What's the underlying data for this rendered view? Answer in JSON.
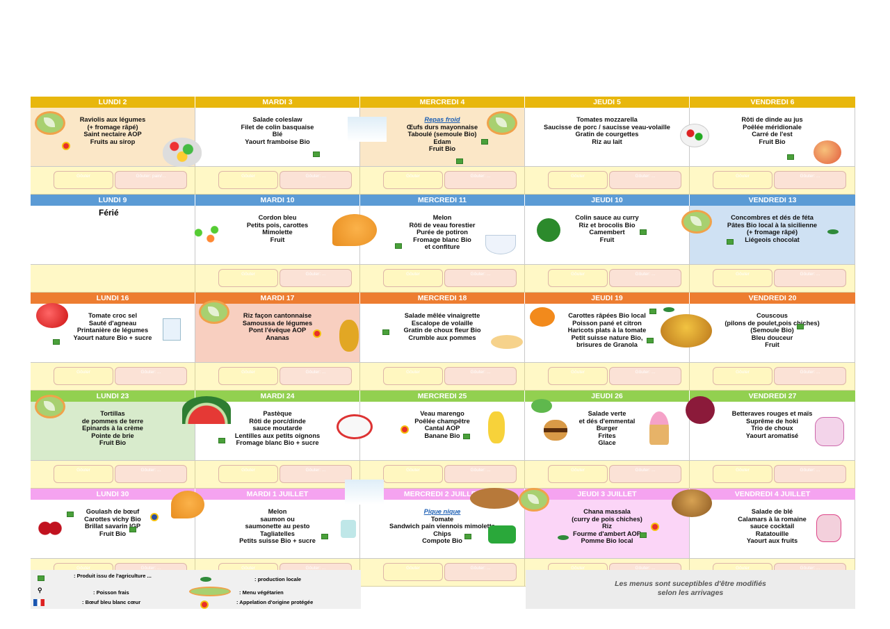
{
  "colors": {
    "week1": "#e8b70d",
    "week2": "#5b9bd5",
    "week3": "#ed7d31",
    "week4": "#92d050",
    "week5": "#f5a3f0",
    "highlight_orange": "#fbe7c7",
    "highlight_blue": "#cfe1f3",
    "highlight_peach": "#f8cfc0",
    "highlight_green": "#d8ebcc",
    "highlight_pink": "#fbd5f7"
  },
  "weeks": [
    {
      "days": [
        {
          "header": "LUNDI 2",
          "items": [
            "Raviolis aux légumes",
            "(+ fromage râpé)",
            "Saint nectaire AOP",
            "Fruits au sirop"
          ]
        },
        {
          "header": "MARDI 3",
          "items": [
            "Salade coleslaw",
            "Filet de colin basquaise",
            "Blé",
            "Yaourt framboise Bio"
          ]
        },
        {
          "header": "MERCREDI 4",
          "subtitle": "Repas froid",
          "items": [
            "Œufs durs mayonnaise",
            "Taboulé (semoule Bio)",
            "Edam",
            "Fruit Bio"
          ]
        },
        {
          "header": "JEUDI 5",
          "items": [
            "Tomates mozzarella",
            "Saucisse de porc / saucisse veau-volaille",
            "Gratin de courgettes",
            "Riz au lait"
          ]
        },
        {
          "header": "VENDREDI 6",
          "items": [
            "Rôti de dinde au jus",
            "Poêlée méridionale",
            "Carré de l'est",
            "Fruit Bio"
          ]
        }
      ],
      "snacks": [
        [
          "Gôuter",
          "Gôuter: pain/..."
        ],
        [
          "Gôuter",
          "Gôuter: ..."
        ],
        [
          "Gôuter",
          "Gôuter: ..."
        ],
        [
          "Gôuter",
          "Gôuter: ..."
        ],
        [
          "Gôuter",
          "Gôuter: ..."
        ]
      ]
    },
    {
      "days": [
        {
          "header": "LUNDI 9",
          "ferie": "Férié",
          "items": []
        },
        {
          "header": "MARDI 10",
          "items": [
            "Cordon bleu",
            "Petits pois, carottes",
            "Mimolette",
            "Fruit"
          ]
        },
        {
          "header": "MERCREDI 11",
          "items": [
            "Melon",
            "Rôti de veau forestier",
            "Purée de potiron",
            "Fromage blanc Bio",
            "et confiture"
          ]
        },
        {
          "header": "JEUDI 10",
          "items": [
            "Colin sauce au curry",
            "Riz et brocolis Bio",
            "Camembert",
            "Fruit"
          ]
        },
        {
          "header": "VENDREDI 13",
          "items": [
            "Concombres et dés de féta",
            "Pâtes Bio local à la sicilienne",
            "(+ fromage râpé)",
            "Liégeois chocolat"
          ]
        }
      ],
      "snacks": [
        [],
        [
          "Gôuter",
          "Gôuter: ..."
        ],
        [
          "Gôuter",
          "Gôuter: ..."
        ],
        [
          "Gôuter",
          "Gôuter: ..."
        ],
        [
          "Gôuter",
          "Gôuter: ..."
        ]
      ]
    },
    {
      "days": [
        {
          "header": "LUNDI 16",
          "items": [
            "Tomate croc sel",
            "Sauté d'agneau",
            "Printanière de légumes",
            "Yaourt nature Bio + sucre"
          ]
        },
        {
          "header": "MARDI 17",
          "items": [
            "Riz façon cantonnaise",
            "Samoussa de légumes",
            "Pont l'évêque AOP",
            "Ananas"
          ]
        },
        {
          "header": "MERCREDI 18",
          "items": [
            "Salade mêlée vinaigrette",
            "Escalope de volaille",
            "Gratin de choux fleur Bio",
            "Crumble aux pommes"
          ]
        },
        {
          "header": "JEUDI 19",
          "items": [
            "Carottes râpées Bio local",
            "Poisson pané et citron",
            "Haricots plats à la tomate",
            "Petit suisse nature Bio,",
            "brisures de Granola"
          ]
        },
        {
          "header": "VENDREDI 20",
          "items": [
            "Couscous",
            "(pilons de poulet,pois chiches)",
            "(Semoule Bio)",
            "Bleu douceur",
            "Fruit"
          ]
        }
      ],
      "snacks": [
        [
          "Gôuter",
          "Gôuter: ..."
        ],
        [
          "Gôuter",
          "Gôuter: ..."
        ],
        [
          "Gôuter",
          "Gôuter: ..."
        ],
        [
          "Gôuter",
          "Gôuter: ..."
        ],
        [
          "Gôuter",
          "Gôuter: ..."
        ]
      ]
    },
    {
      "days": [
        {
          "header": "LUNDI 23",
          "items": [
            "Tortillas",
            "de pommes de terre",
            "Epinards à la crème",
            "Pointe de brie",
            "Fruit Bio"
          ]
        },
        {
          "header": "MARDI 24",
          "items": [
            "Pastèque",
            "Rôti de porc/dinde",
            "sauce moutarde",
            "Lentilles aux petits oignons",
            "Fromage blanc Bio + sucre"
          ]
        },
        {
          "header": "MERCREDI 25",
          "items": [
            "Veau marengo",
            "Poêlée champêtre",
            "Cantal AOP",
            "Banane Bio"
          ]
        },
        {
          "header": "JEUDI 26",
          "items": [
            "Salade verte",
            "et dés d'emmental",
            "Burger",
            "Frites",
            "Glace"
          ]
        },
        {
          "header": "VENDREDI 27",
          "items": [
            "Betteraves rouges et maïs",
            "Suprême de hoki",
            "Trio de choux",
            "Yaourt aromatisé"
          ]
        }
      ],
      "snacks": [
        [
          "Gôuter",
          "Gôuter: ..."
        ],
        [
          "Gôuter",
          "Gôuter: ..."
        ],
        [
          "Gôuter",
          "Gôuter: ..."
        ],
        [
          "Gôuter",
          "Gôuter: ..."
        ],
        [
          "Gôuter",
          "Gôuter: ..."
        ]
      ]
    },
    {
      "days": [
        {
          "header": "LUNDI 30",
          "items": [
            "Goulash de bœuf",
            "Carottes vichy Bio",
            "Brillat savarin IGP",
            "Fruit Bio"
          ]
        },
        {
          "header": "MARDI 1 JUILLET",
          "items": [
            "Melon",
            "saumon ou",
            "saumonette au pesto",
            "Tagliatelles",
            "Petits suisse Bio + sucre"
          ]
        },
        {
          "header": "MERCREDI 2 JUILLET",
          "subtitle": "Pique nique",
          "items": [
            "Tomate",
            "Sandwich pain viennois mimolette",
            "Chips",
            "Compote Bio"
          ]
        },
        {
          "header": "JEUDI 3 JUILLET",
          "items": [
            "Chana massala",
            "(curry de pois chiches)",
            "Riz",
            "Fourme d'ambert AOP",
            "Pomme Bio local"
          ]
        },
        {
          "header": "VENDREDI 4 JUILLET",
          "items": [
            "Salade de blé",
            "Calamars à la romaine",
            "sauce cocktail",
            "Ratatouille",
            "Yaourt aux fruits"
          ]
        }
      ],
      "snacks": [
        [
          "Gôuter",
          "Gôuter: ..."
        ],
        [
          "Gôuter",
          "Gôuter: ..."
        ],
        [
          "Gôuter",
          "Gôuter: ..."
        ],
        [
          "Gôuter",
          "Gôuter: ..."
        ],
        [
          "Gôuter",
          "Gôuter: ..."
        ]
      ]
    }
  ],
  "legend": {
    "agri": ": Produit issu de l'agriculture ...",
    "local": ": production locale",
    "fish": ": Poisson frais",
    "veg": ": Menu végétarien",
    "beef": ": Bœuf bleu blanc cœur",
    "aop": ": Appelation d'origine protégée"
  },
  "note": {
    "line1": "Les menus sont suceptibles d'être modifiés",
    "line2": "selon les arrivages"
  }
}
